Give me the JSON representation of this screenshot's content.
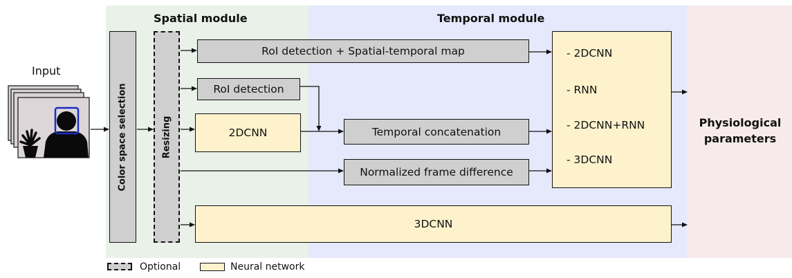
{
  "input_label": "Input",
  "spatial_title": "Spatial module",
  "temporal_title": "Temporal module",
  "color_space_label": "Color space selection",
  "resizing_label": "Resizing",
  "roi_map_label": "RoI detection + Spatial-temporal map",
  "roi_label": "RoI detection",
  "cnn2d_label": "2DCNN",
  "temporal_concat_label": "Temporal concatenation",
  "nfd_label": "Normalized frame difference",
  "cnn3d_label": "3DCNN",
  "models": [
    "- 2DCNN",
    "- RNN",
    "- 2DCNN+RNN",
    "- 3DCNN"
  ],
  "output_label": "Physiological parameters",
  "legend": {
    "optional": "Optional",
    "neural": "Neural network"
  },
  "colors": {
    "spatial_bg": "#e9f1e8",
    "temporal_bg": "#e6e8fb",
    "output_bg": "#f6eaea",
    "gray_box": "#cfcfcf",
    "nn_box": "#fdf2cc",
    "face_box": "#1a2cc4"
  }
}
